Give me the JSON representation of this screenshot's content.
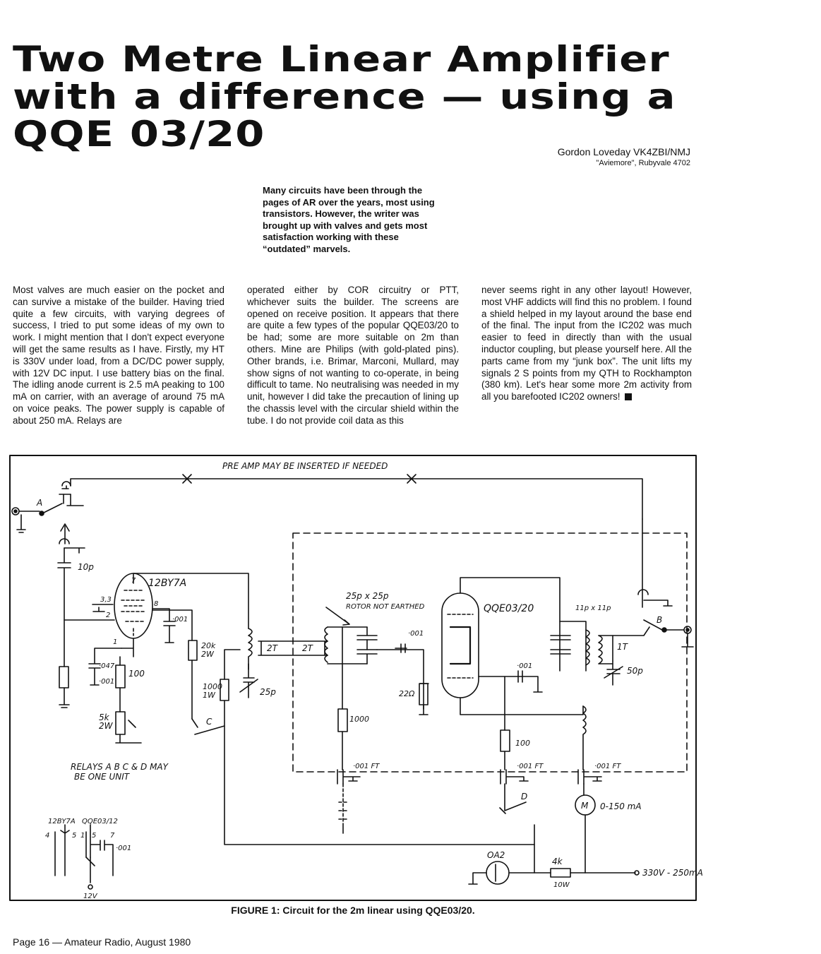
{
  "article": {
    "title_lines": [
      "Two Metre Linear Amplifier",
      "with a difference — using a",
      "QQE 03/20"
    ],
    "author": "Gordon Loveday VK4ZBI/NMJ",
    "address": "\"Aviemore\", Rubyvale 4702",
    "intro": "Many circuits have been through the pages of AR over the years, most using transistors. However, the writer was brought up with valves and gets most satisfaction working with these “outdated” marvels.",
    "col1": "Most valves are much easier on the pocket and can survive a mistake of the builder. Having tried quite a few circuits, with varying degrees of success, I tried to put some ideas of my own to work. I might mention that I don't expect everyone will get the same results as I have. Firstly, my HT is 330V under load, from a DC/DC power supply, with 12V DC input. I use battery bias on the final. The idling anode current is 2.5 mA peaking to 100 mA on carrier, with an average of around 75 mA on voice peaks. The power supply is capable of about 250 mA. Relays are",
    "col2": "operated either by COR circuitry or PTT, whichever suits the builder. The screens are opened on receive position. It appears that there are quite a few types of the popular QQE03/20 to be had; some are more suitable on 2m than others. Mine are Philips (with gold-plated pins). Other brands, i.e. Brimar, Marconi, Mullard, may show signs of not wanting to co-operate, in being difficult to tame. No neutralising was needed in my unit, however I did take the precaution of lining up the chassis level with the circular shield within the tube. I do not provide coil data as this",
    "col3": "never seems right in any other layout! However, most VHF addicts will find this no problem. I found a shield helped in my layout around the base end of the final. The input from the IC202 was much easier to feed in directly than with the usual inductor coupling, but please yourself here. All the parts came from my “junk box”. The unit lifts my signals 2 S points from my QTH to Rockhampton (380 km). Let's hear some more 2m activity from all you barefooted IC202 owners!"
  },
  "figure": {
    "caption": "FIGURE 1: Circuit for the 2m linear using QQE03/20.",
    "labels": {
      "preamp": "PRE AMP MAY BE INSERTED IF NEEDED",
      "relay_a": "A",
      "relay_b": "B",
      "relay_c": "C",
      "relay_d": "D",
      "valve1": "12BY7A",
      "valve2": "QQE03/20",
      "c_10p": "10p",
      "pin_7": "7",
      "pin_33": "3,3",
      "pin_8": "8",
      "pin_2": "2",
      "pin_1": "1",
      "c_001_a": "·001",
      "c_047": "·047",
      "c_001_b": "·001",
      "r_100_a": "100",
      "r_5k": "5k",
      "r_5k_w": "2W",
      "r_20k": "20k",
      "r_20k_w": "2W",
      "r_1000_1w": "1000",
      "r_1000_1w_w": "1W",
      "c_25p": "25p",
      "link_2t_a": "2T",
      "link_2t_b": "2T",
      "c_25x25": "25p x 25p",
      "rotor_note": "ROTOR NOT EARTHED",
      "c_001_c": "·001",
      "r_22": "22Ω",
      "r_1000_b": "1000",
      "c_001ft_a": "·001 FT",
      "c_001_d": "·001",
      "r_100_b": "100",
      "c_001ft_b": "·001 FT",
      "c_001ft_c": "·001 FT",
      "c_11x11": "11p x 11p",
      "link_1t": "1T",
      "c_50p": "50p",
      "meter": "M",
      "meter_range": "0-150 mA",
      "oa2": "OA2",
      "r_4k": "4k",
      "r_4k_w": "10W",
      "supply": "330V - 250mA",
      "relays_note_1": "RELAYS A B C & D MAY",
      "relays_note_2": "BE ONE UNIT",
      "heater_v1": "12BY7A",
      "heater_v2": "QQE03/12",
      "heater_pins_1": "4",
      "heater_pins_2": "5",
      "heater_pins_3": "1",
      "heater_pins_4": "5",
      "heater_pins_5": "7",
      "heater_c": "·001",
      "heater_12v": "12V"
    }
  },
  "footer": "Page 16 — Amateur Radio, August 1980"
}
